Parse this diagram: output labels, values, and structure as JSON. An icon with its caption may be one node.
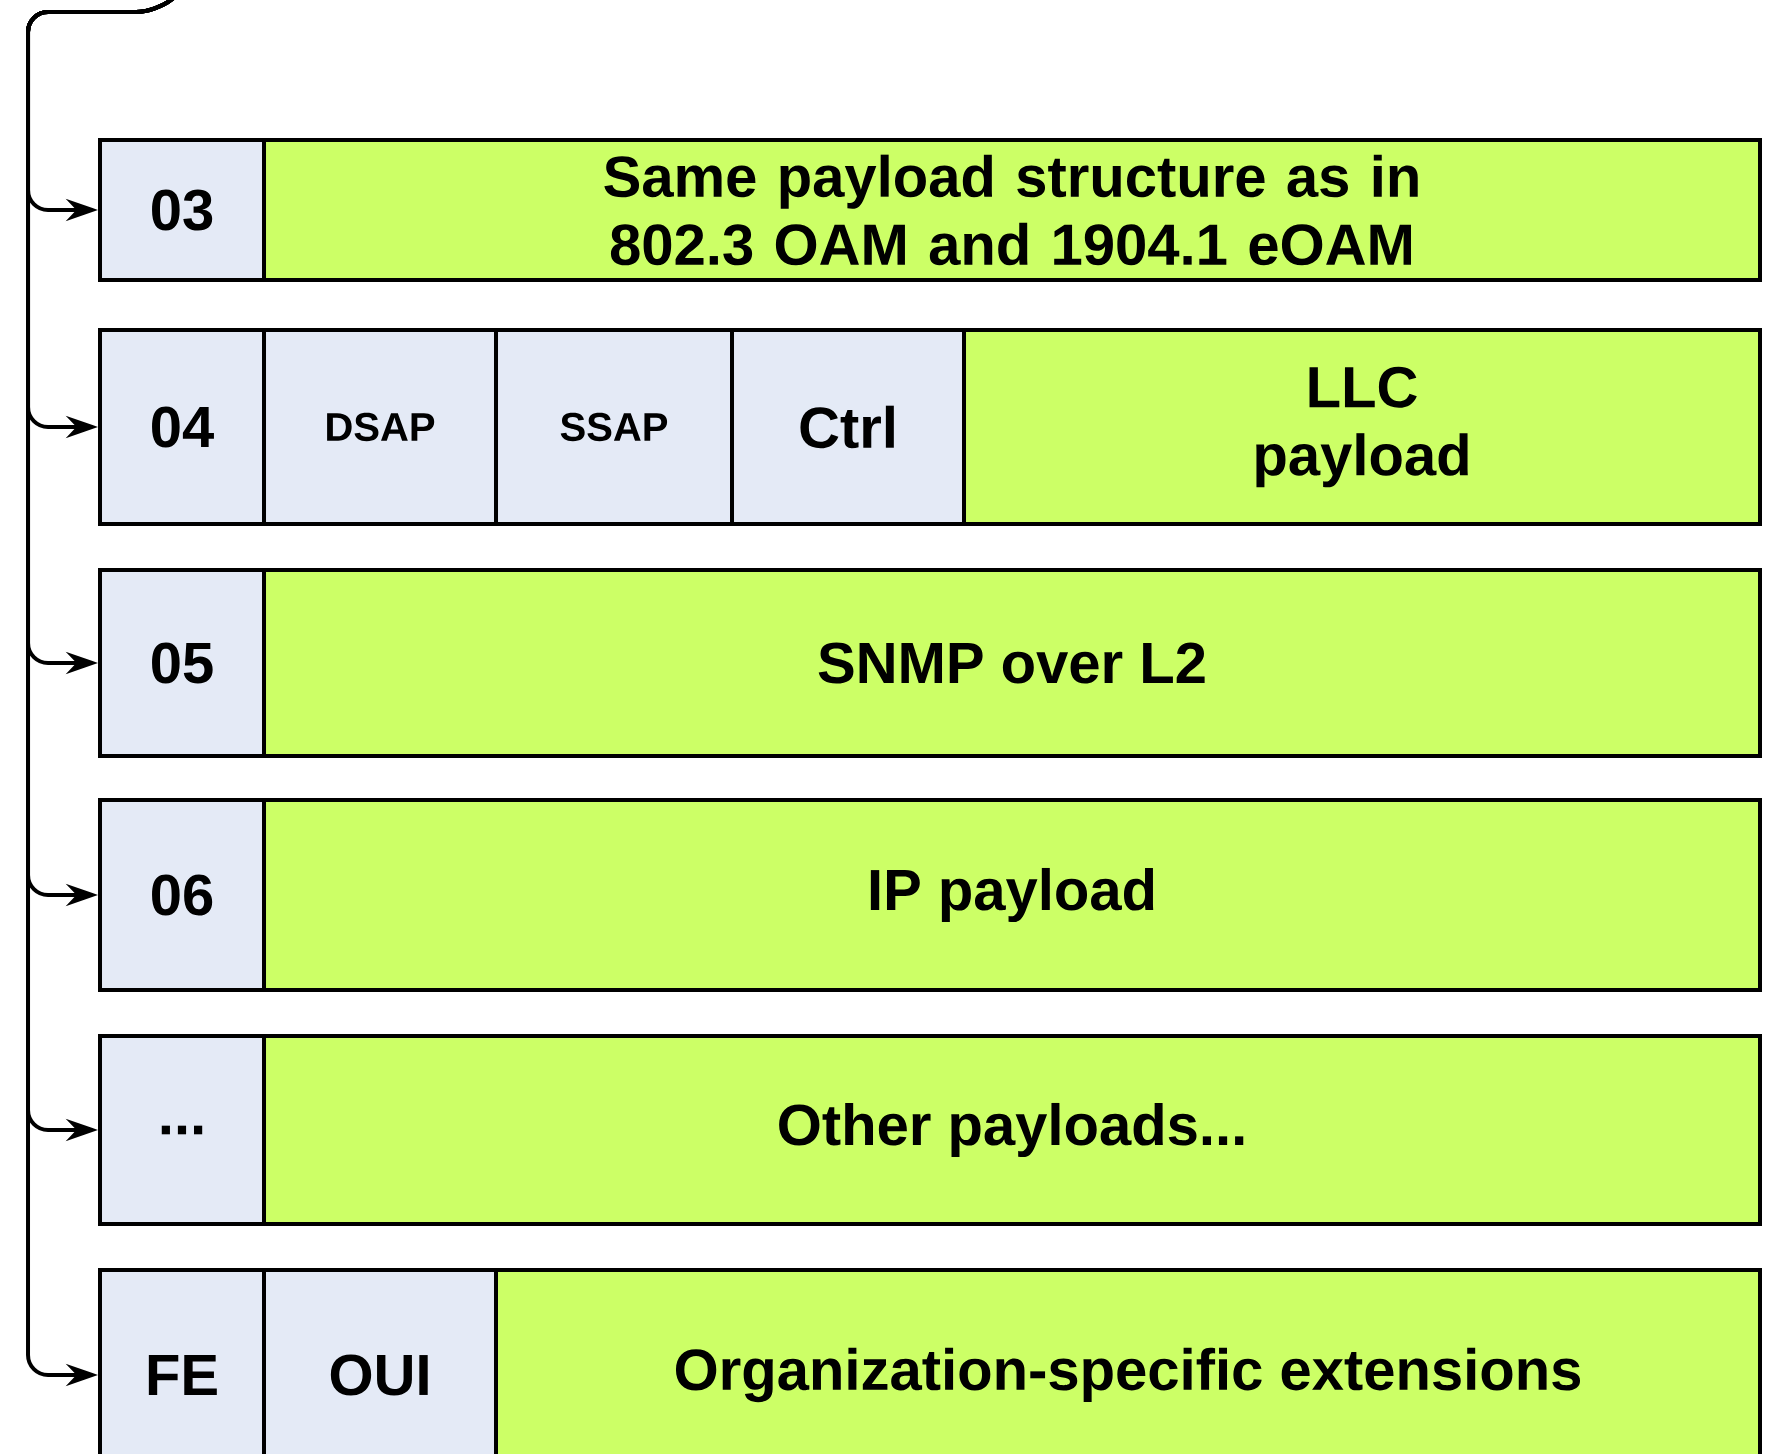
{
  "diagram": {
    "nodes": [
      {
        "text": [
          "03"
        ]
      },
      {
        "text": [
          "Same payload structure as in 802.3 OAM and 1904.1 eOAM"
        ]
      },
      {
        "text": [
          "04"
        ]
      },
      {
        "text": [
          "DSAP"
        ]
      },
      {
        "text": [
          "SSAP"
        ]
      },
      {
        "text": [
          "Ctrl"
        ]
      },
      {
        "text": [
          "LLC payload"
        ]
      },
      {
        "text": [
          "05"
        ]
      },
      {
        "text": [
          "SNMP over L2"
        ]
      },
      {
        "text": [
          "06"
        ]
      },
      {
        "text": [
          "IP payload"
        ]
      },
      {
        "text": [
          "..."
        ]
      },
      {
        "text": [
          "Other payloads..."
        ]
      },
      {
        "text": [
          "FE"
        ]
      },
      {
        "text": [
          "OUI"
        ]
      },
      {
        "text": [
          "Organization-specific extensions"
        ]
      }
    ],
    "edges": [
      {
        "from": null,
        "to": 0,
        "arrow": "to"
      },
      {
        "from": null,
        "to": 2,
        "arrow": "to"
      },
      {
        "from": null,
        "to": 7,
        "arrow": "to"
      },
      {
        "from": null,
        "to": 9,
        "arrow": "to"
      },
      {
        "from": null,
        "to": 11,
        "arrow": "to"
      },
      {
        "from": null,
        "to": 13,
        "arrow": "to"
      }
    ]
  }
}
